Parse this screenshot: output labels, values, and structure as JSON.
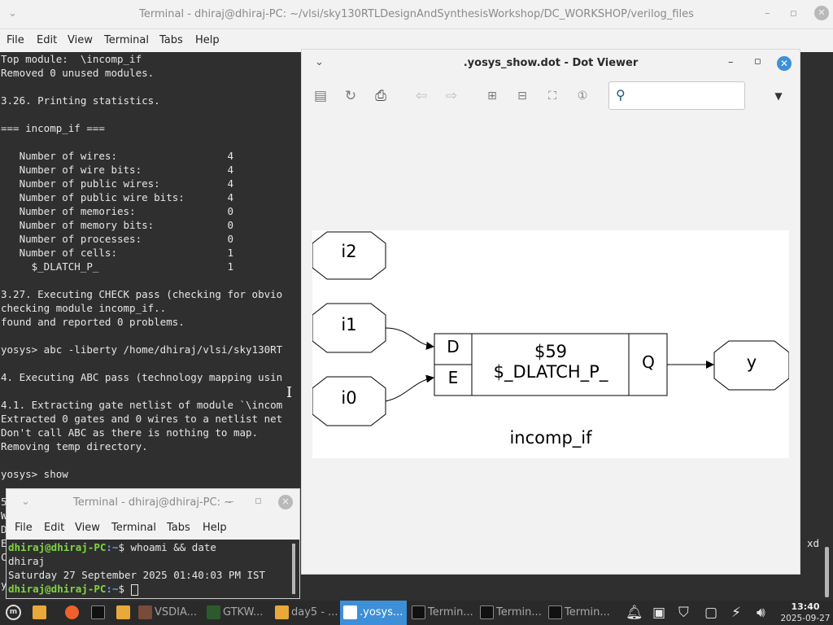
{
  "main_terminal": {
    "title": "Terminal - dhiraj@dhiraj-PC: ~/vlsi/sky130RTLDesignAndSynthesisWorkshop/DC_WORKSHOP/verilog_files",
    "menu": [
      "File",
      "Edit",
      "View",
      "Terminal",
      "Tabs",
      "Help"
    ],
    "lines": [
      "Top module:  \\incomp_if",
      "Removed 0 unused modules.",
      "",
      "3.26. Printing statistics.",
      "",
      "=== incomp_if ===",
      "",
      "   Number of wires:                  4",
      "   Number of wire bits:              4",
      "   Number of public wires:           4",
      "   Number of public wire bits:       4",
      "   Number of memories:               0",
      "   Number of memory bits:            0",
      "   Number of processes:              0",
      "   Number of cells:                  1",
      "     $_DLATCH_P_                     1",
      "",
      "3.27. Executing CHECK pass (checking for obvio",
      "checking module incomp_if..",
      "found and reported 0 problems.",
      "",
      "yosys> abc -liberty /home/dhiraj/vlsi/sky130RT",
      "",
      "4. Executing ABC pass (technology mapping usin",
      "",
      "4.1. Extracting gate netlist of module `\\incom",
      "Extracted 0 gates and 0 wires to a netlist net",
      "Don't call ABC as there is nothing to map.",
      "Removing temp directory.",
      "",
      "yosys> show",
      "",
      "5",
      "W",
      "D",
      "E",
      "C",
      "",
      "y"
    ],
    "trailing_text": "xd"
  },
  "dot_viewer": {
    "title": ".yosys_show.dot - Dot Viewer",
    "search_placeholder": "",
    "graph": {
      "inputs": [
        "i2",
        "i1",
        "i0"
      ],
      "output": "y",
      "cell_id": "$59",
      "cell_type": "$_DLATCH_P_",
      "ports_in": [
        "D",
        "E"
      ],
      "port_out": "Q",
      "module_label": "incomp_if"
    }
  },
  "small_terminal": {
    "title": "Terminal - dhiraj@dhiraj-PC: ~",
    "menu": [
      "File",
      "Edit",
      "View",
      "Terminal",
      "Tabs",
      "Help"
    ],
    "prompt_user": "dhiraj@dhiraj-PC",
    "prompt_path": ":~",
    "prompt_symbol": "$",
    "command": " whoami && date",
    "output": [
      "dhiraj",
      "Saturday 27 September 2025 01:40:03 PM IST"
    ]
  },
  "taskbar": {
    "items": [
      {
        "label": "VSDIA...",
        "icon": "app-icon"
      },
      {
        "label": "GTKW...",
        "icon": "wave-icon"
      },
      {
        "label": "day5 - ...",
        "icon": "folder-icon"
      },
      {
        "label": ".yosys...",
        "icon": "window-icon",
        "active": true
      },
      {
        "label": "Termin...",
        "icon": "terminal-icon"
      },
      {
        "label": "Termin...",
        "icon": "terminal-icon"
      },
      {
        "label": "Termin...",
        "icon": "terminal-icon"
      }
    ],
    "time": "13:40",
    "date": "2025-09-27"
  }
}
